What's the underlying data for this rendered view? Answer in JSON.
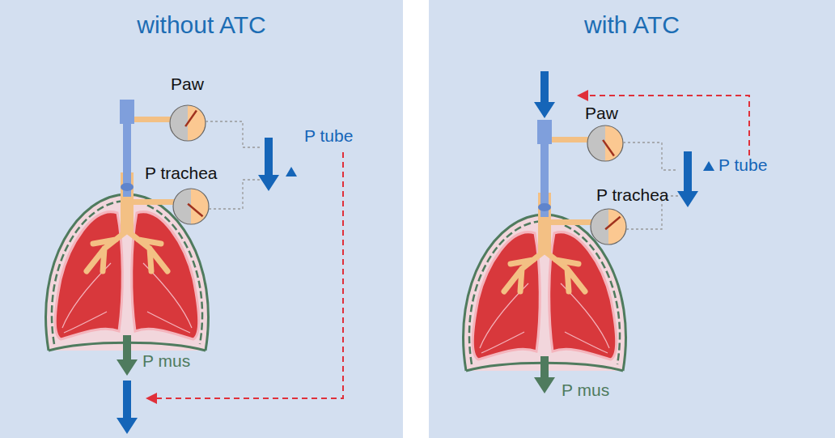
{
  "diagram": {
    "nodes": [
      {
        "text": [
          "without ATC"
        ]
      },
      {
        "text": [
          "with ATC"
        ]
      }
    ],
    "labels": [
      "Paw",
      "P trachea",
      "P tube",
      "P mus",
      "Paw",
      "P trachea",
      "P tube",
      "P mus"
    ]
  }
}
